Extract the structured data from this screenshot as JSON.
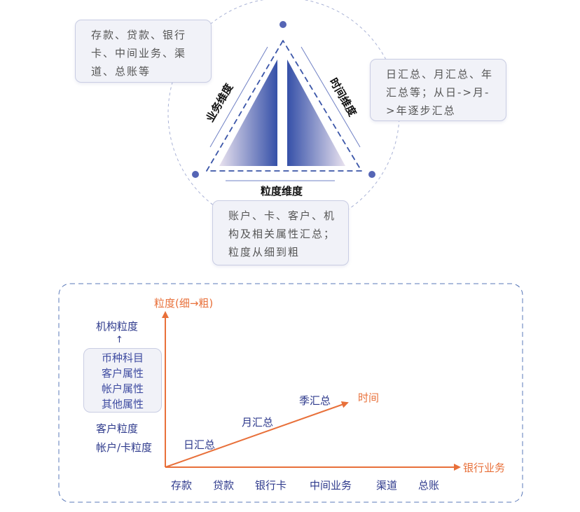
{
  "top": {
    "business_box": "存款、贷款、银行卡、中间业务、渠道、总账等",
    "time_box": "日汇总、月汇总、年汇总等；从日->月->年逐步汇总",
    "granularity_box": "账户、卡、客户、机构及相关属性汇总；粒度从细到粗",
    "business_dim": "业务维度",
    "time_dim": "时间维度",
    "granularity_dim": "粒度维度"
  },
  "bottom": {
    "y_axis_label": "粒度(细→粗)",
    "x_axis_label": "银行业务",
    "diag_label": "时间",
    "y_levels": [
      "机构粒度",
      "客户粒度",
      "帐户/卡粒度"
    ],
    "up_arrow": "↑",
    "attributes": [
      "币种科目",
      "客户属性",
      "帐户属性",
      "其他属性"
    ],
    "time_points": [
      "日汇总",
      "月汇总",
      "季汇总"
    ],
    "x_categories": [
      "存款",
      "贷款",
      "银行卡",
      "中间业务",
      "渠道",
      "总账"
    ]
  },
  "colors": {
    "navy": "#2e3a8c",
    "orange": "#e8703a",
    "blue": "#3a55a8"
  }
}
